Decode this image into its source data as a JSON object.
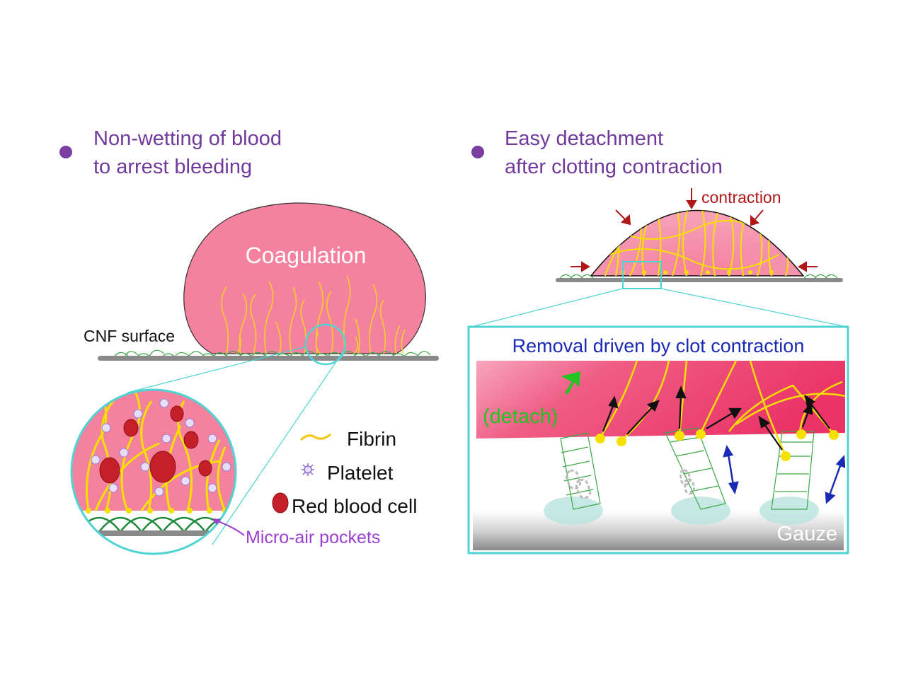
{
  "left_panel": {
    "bullet_color": "#7a3fa0",
    "heading_line1": "Non-wetting of blood",
    "heading_line2": "to arrest bleeding",
    "heading_color": "#6f3a9b",
    "droplet_label": "Coagulation",
    "surface_label": "CNF surface",
    "air_pockets_label": "Micro-air pockets",
    "air_pockets_color": "#9b3fd0"
  },
  "legend": {
    "fibrin": "Fibrin",
    "platelet": "Platelet",
    "rbc": "Red blood cell"
  },
  "right_panel": {
    "heading_line1": "Easy detachment",
    "heading_line2": "after clotting contraction",
    "contraction_label": "contraction",
    "contraction_color": "#b01818",
    "box_title": "Removal driven by clot contraction",
    "box_title_color": "#1a2ab5",
    "detach_label": "(detach)",
    "detach_color": "#22c422",
    "gauze_label": "Gauze"
  },
  "colors": {
    "blood": "#f4829f",
    "blood_dark": "#ec3f6e",
    "fibrin": "#f5e100",
    "fiber_green": "#3aa845",
    "surface_gray": "#8a8a8a",
    "cyan": "#4fd3d3"
  }
}
